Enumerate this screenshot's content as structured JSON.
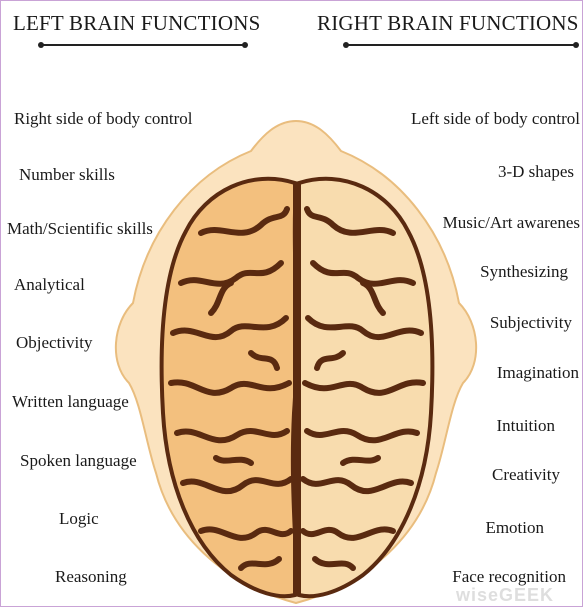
{
  "left": {
    "title": "LEFT BRAIN FUNCTIONS",
    "items": [
      "Right side of body control",
      "Number skills",
      "Math/Scientific skills",
      "Analytical",
      "Objectivity",
      "Written language",
      "Spoken language",
      "Logic",
      "Reasoning"
    ]
  },
  "right": {
    "title": "RIGHT BRAIN FUNCTIONS",
    "items": [
      "Left side of body control",
      "3-D shapes",
      "Music/Art awarenes",
      "Synthesizing",
      "Subjectivity",
      "Imagination",
      "Intuition",
      "Creativity",
      "Emotion",
      "Face recognition"
    ]
  },
  "watermark": "wiseGEEK",
  "colors": {
    "left_hemisphere": "#f3c07e",
    "right_hemisphere": "#f8dcae",
    "head": "#fbe3bf",
    "sulci": "#5a2a10"
  },
  "icons": [
    "brain-illustration",
    "head-outline"
  ]
}
